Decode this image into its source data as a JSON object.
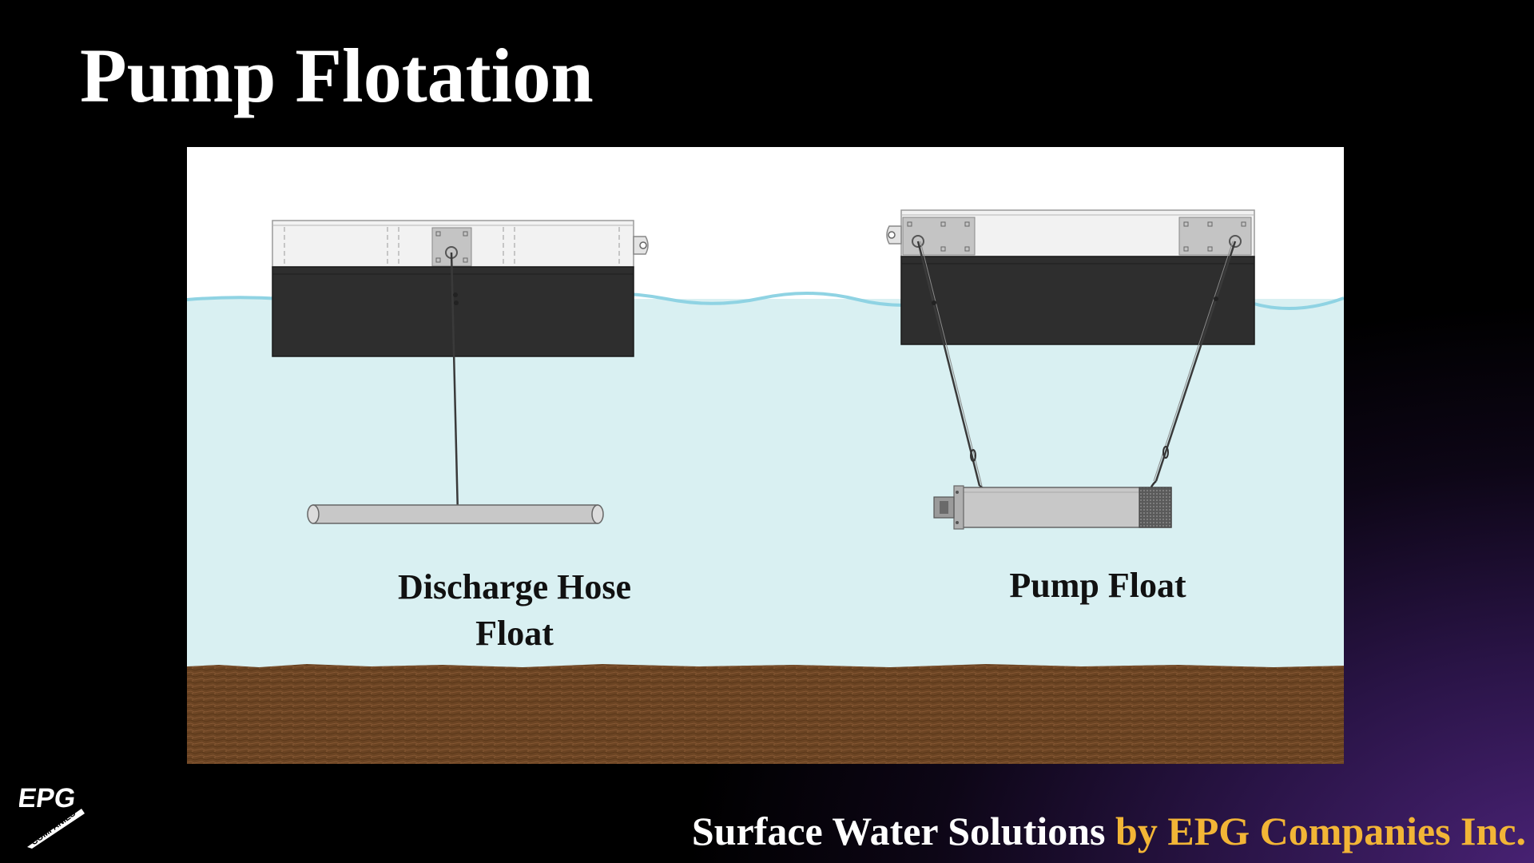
{
  "slide": {
    "title": "Pump Flotation"
  },
  "diagram": {
    "captions": {
      "discharge_hose_float_line1": "Discharge Hose",
      "discharge_hose_float_line2": "Float",
      "pump_float": "Pump Float"
    },
    "colors": {
      "water": "#d9f0f2",
      "water_surface": "#8fd3e3",
      "soil": "#6b4423",
      "float_body": "#2e2e2e",
      "float_frame": "#f2f2f2",
      "pipe": "#c8c8c8"
    }
  },
  "footer": {
    "tagline_white": "Surface Water Solutions ",
    "tagline_gold": "by EPG Companies Inc.",
    "colors": {
      "white": "#ffffff",
      "gold": "#f2b536"
    }
  },
  "logo": {
    "text": "EPG",
    "subtext": "COMPANIES"
  }
}
